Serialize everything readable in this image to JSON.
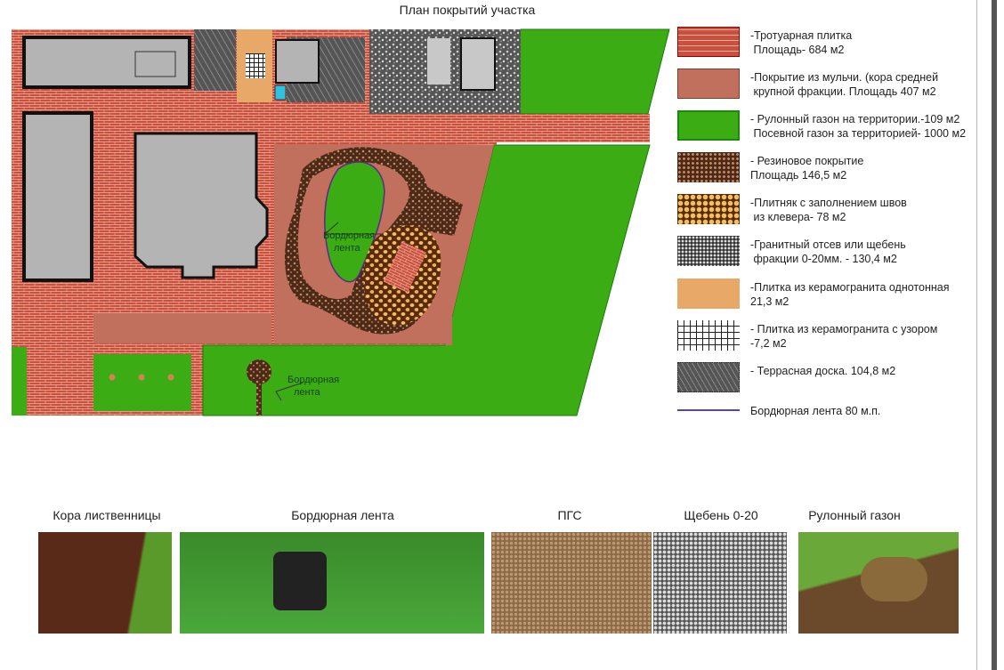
{
  "title": "План покрытий участка",
  "plan_labels": {
    "border_tape_1": [
      "Бордюрная",
      "лента"
    ],
    "border_tape_2": [
      "Бордюрная",
      "лента"
    ]
  },
  "legend": [
    {
      "swatch": "brick",
      "text": "-Тротуарная плитка\n Площадь- 684 м2"
    },
    {
      "swatch": "mulch",
      "text": "-Покрытие из мульчи. (кора средней\n крупной фракции. Площадь 407 м2"
    },
    {
      "swatch": "lawn",
      "text": "- Рулонный газон на территории.-109 м2\n Посевной газон за территорией- 1000 м2"
    },
    {
      "swatch": "rubber",
      "text": "- Резиновое покрытие\nПлощадь 146,5 м2"
    },
    {
      "swatch": "flagstone",
      "text": "-Плитняк с заполнением швов\n из клевера- 78 м2"
    },
    {
      "swatch": "gravel",
      "text": "-Гранитный отсев или щебень\n фракции 0-20мм. - 130,4 м2"
    },
    {
      "swatch": "porcelain",
      "text": "-Плитка из керамогранита однотонная\n21,3 м2"
    },
    {
      "swatch": "pattern",
      "text": "- Плитка из керамогранита с узором\n-7,2 м2"
    },
    {
      "swatch": "deck",
      "text": "- Террасная доска. 104,8 м2"
    },
    {
      "swatch": "tape",
      "text": "Бордюрная лента 80 м.п."
    }
  ],
  "photos": [
    {
      "label": "Кора лиственницы"
    },
    {
      "label": "Бордюрная лента"
    },
    {
      "label": "ПГС"
    },
    {
      "label": "Щебень 0-20"
    },
    {
      "label": "Рулонный газон"
    }
  ],
  "colors": {
    "brick": "#c8503c",
    "mulch": "#c0705c",
    "lawn": "#3cac14",
    "porcelain": "#e8a868",
    "grey": "#b4b4b4"
  }
}
